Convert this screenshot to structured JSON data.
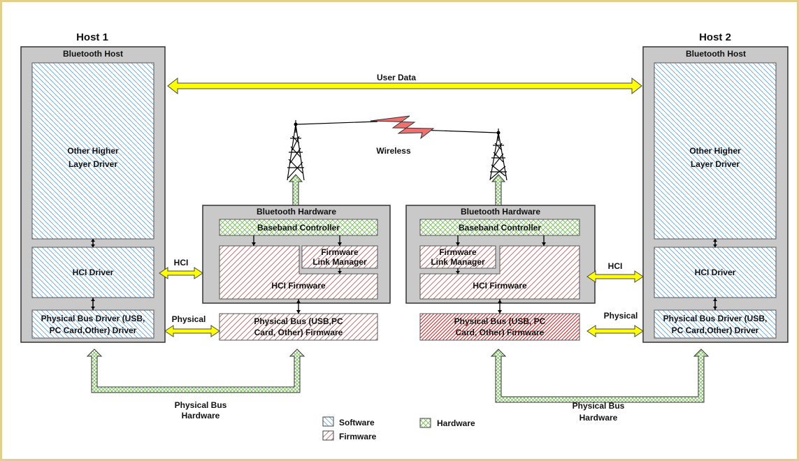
{
  "host1": {
    "title": "Host 1",
    "bluetooth_host": "Bluetooth Host",
    "higher_layer": [
      "Other Higher",
      "Layer Driver"
    ],
    "hci_driver": "HCI Driver",
    "bus_driver": [
      "Physical Bus Driver (USB,",
      "PC Card,Other) Driver"
    ]
  },
  "host2": {
    "title": "Host 2",
    "bluetooth_host": "Bluetooth Host",
    "higher_layer": [
      "Other Higher",
      "Layer Driver"
    ],
    "hci_driver": "HCI Driver",
    "bus_driver": [
      "Physical Bus Driver (USB,",
      "PC Card,Other) Driver"
    ]
  },
  "hw1": {
    "title": "Bluetooth Hardware",
    "baseband": "Baseband Controller",
    "link_manager": [
      "Firmware",
      "Link Manager"
    ],
    "hci_firmware": "HCI Firmware",
    "bus_firmware": [
      "Physical Bus (USB,PC",
      "Card, Other) Firmware"
    ]
  },
  "hw2": {
    "title": "Bluetooth Hardware",
    "baseband": "Baseband Controller",
    "link_manager": [
      "Firmware",
      "Link Manager"
    ],
    "hci_firmware": "HCI Firmware",
    "bus_firmware": [
      "Physical Bus (USB, PC",
      "Card, Other) Firmware"
    ]
  },
  "labels": {
    "user_data": "User Data",
    "wireless": "Wireless",
    "hci_left": "HCI",
    "hci_right": "HCI",
    "physical_left": "Physical",
    "physical_right": "Physical",
    "bus_hw_left": [
      "Physical Bus",
      "Hardware"
    ],
    "bus_hw_right": [
      "Physical Bus",
      "Hardware"
    ]
  },
  "legend": {
    "software": "Software",
    "firmware": "Firmware",
    "hardware": "Hardware"
  },
  "colors": {
    "software_hatch": "#5aa0dc",
    "firmware_hatch": "#e05050",
    "hardware_hatch": "#6fb84f",
    "arrow_yellow": "#ffff00",
    "wireless_bolt": "#f07070"
  }
}
